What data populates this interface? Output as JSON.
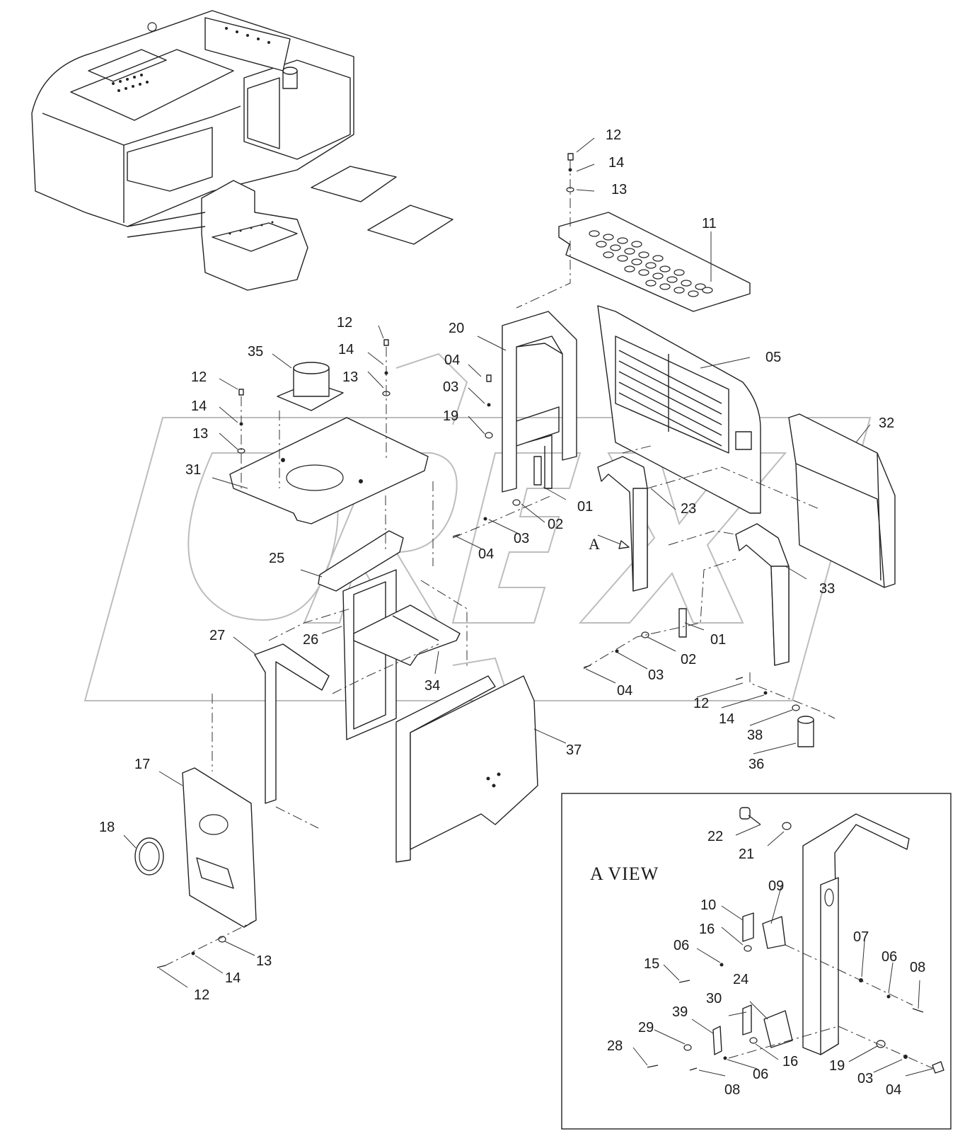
{
  "watermark": "OREX",
  "callouts": {
    "c12a": "12",
    "c14a": "14",
    "c13a": "13",
    "c11": "11",
    "c12b": "12",
    "c14b": "14",
    "c13b": "13",
    "c35": "35",
    "c12c": "12",
    "c14c": "14",
    "c13c": "13",
    "c31": "31",
    "c20": "20",
    "c04a": "04",
    "c03a": "03",
    "c19a": "19",
    "c05": "05",
    "c32": "32",
    "c01a": "01",
    "c02a": "02",
    "c03b": "03",
    "c04b": "04",
    "c23": "23",
    "c25": "25",
    "c33": "33",
    "c27": "27",
    "c26": "26",
    "c34": "34",
    "c01b": "01",
    "c02b": "02",
    "c03c": "03",
    "c04c": "04",
    "c12d": "12",
    "c14d": "14",
    "c38": "38",
    "c36": "36",
    "c37": "37",
    "c17": "17",
    "c18": "18",
    "c13d": "13",
    "c14e": "14",
    "c12e": "12"
  },
  "arrow_label": "A",
  "a_view": {
    "title": "A VIEW",
    "callouts": {
      "v22": "22",
      "v21": "21",
      "v09": "09",
      "v10": "10",
      "v16a": "16",
      "v06a": "06",
      "v15": "15",
      "v07": "07",
      "v06b": "06",
      "v08a": "08",
      "v24": "24",
      "v30": "30",
      "v39": "39",
      "v29": "29",
      "v28": "28",
      "v16b": "16",
      "v06c": "06",
      "v08b": "08",
      "v19": "19",
      "v03": "03",
      "v04": "04"
    }
  }
}
